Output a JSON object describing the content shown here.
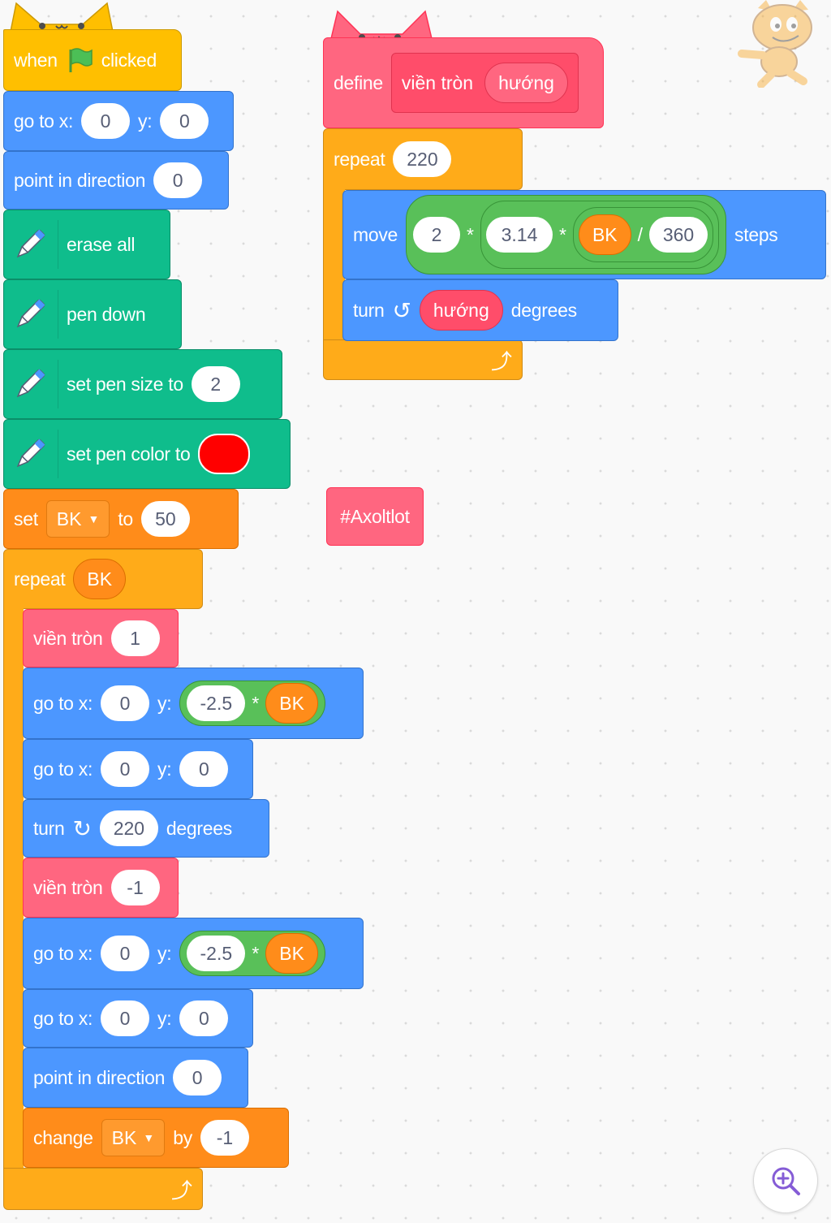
{
  "hat": {
    "when": "when",
    "clicked": "clicked"
  },
  "main": {
    "goto": {
      "label": "go to x:",
      "x": "0",
      "y_label": "y:",
      "y": "0"
    },
    "point": {
      "label": "point in direction",
      "value": "0"
    },
    "erase": {
      "label": "erase all"
    },
    "pendown": {
      "label": "pen down"
    },
    "pensize": {
      "label": "set pen size to",
      "value": "2"
    },
    "pencolor": {
      "label": "set pen color to",
      "color": "#ff0000"
    },
    "setvar": {
      "set": "set",
      "var": "BK",
      "to": "to",
      "value": "50"
    },
    "repeat": {
      "label": "repeat",
      "arg": "BK"
    },
    "inner": {
      "call1": {
        "label": "viền tròn",
        "arg": "1"
      },
      "goto1": {
        "label": "go to x:",
        "x": "0",
        "y_label": "y:",
        "y": "-2.5",
        "op": "*",
        "var": "BK"
      },
      "goto2": {
        "label": "go to x:",
        "x": "0",
        "y_label": "y:",
        "y": "0"
      },
      "turn": {
        "label": "turn",
        "value": "220",
        "unit": "degrees"
      },
      "call2": {
        "label": "viền tròn",
        "arg": "-1"
      },
      "goto3": {
        "label": "go to x:",
        "x": "0",
        "y_label": "y:",
        "y": "-2.5",
        "op": "*",
        "var": "BK"
      },
      "goto4": {
        "label": "go to x:",
        "x": "0",
        "y_label": "y:",
        "y": "0"
      },
      "point": {
        "label": "point in direction",
        "value": "0"
      },
      "change": {
        "label": "change",
        "var": "BK",
        "by": "by",
        "value": "-1"
      }
    }
  },
  "define": {
    "label": "define",
    "name": "viền tròn",
    "param": "hướng",
    "repeat": {
      "label": "repeat",
      "value": "220"
    },
    "move": {
      "label": "move",
      "a": "2",
      "op1": "*",
      "b": "3.14",
      "op2": "*",
      "var": "BK",
      "op3": "/",
      "c": "360",
      "unit": "steps"
    },
    "turn": {
      "label": "turn",
      "param": "hướng",
      "unit": "degrees"
    }
  },
  "comment_block": {
    "label": "#Axoltlot"
  },
  "icons": {
    "flag": "green-flag-icon",
    "pen": "pen-icon",
    "zoom": "zoom-in-icon",
    "sprite": "cat-sprite-icon"
  }
}
